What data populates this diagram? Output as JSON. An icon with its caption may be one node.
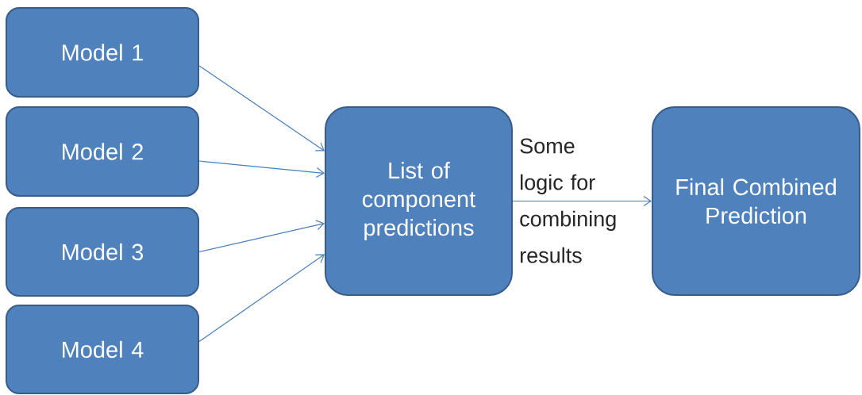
{
  "diagram": {
    "nodes": [
      {
        "text": [
          "Model 1"
        ]
      },
      {
        "text": [
          "Model 2"
        ]
      },
      {
        "text": [
          "Model 3"
        ]
      },
      {
        "text": [
          "Model 4"
        ]
      },
      {
        "text": [
          "List of component predictions"
        ]
      },
      {
        "text": [
          "Final Combined Prediction"
        ]
      }
    ],
    "edges": [
      {
        "from": 0,
        "to": 4,
        "arrow": "to"
      },
      {
        "from": 1,
        "to": 4,
        "arrow": "to"
      },
      {
        "from": 2,
        "to": 4,
        "arrow": "to"
      },
      {
        "from": 3,
        "to": 4,
        "arrow": "to"
      },
      {
        "from": 4,
        "to": 5,
        "arrow": "to",
        "label": "Some logic for combining results"
      }
    ]
  }
}
